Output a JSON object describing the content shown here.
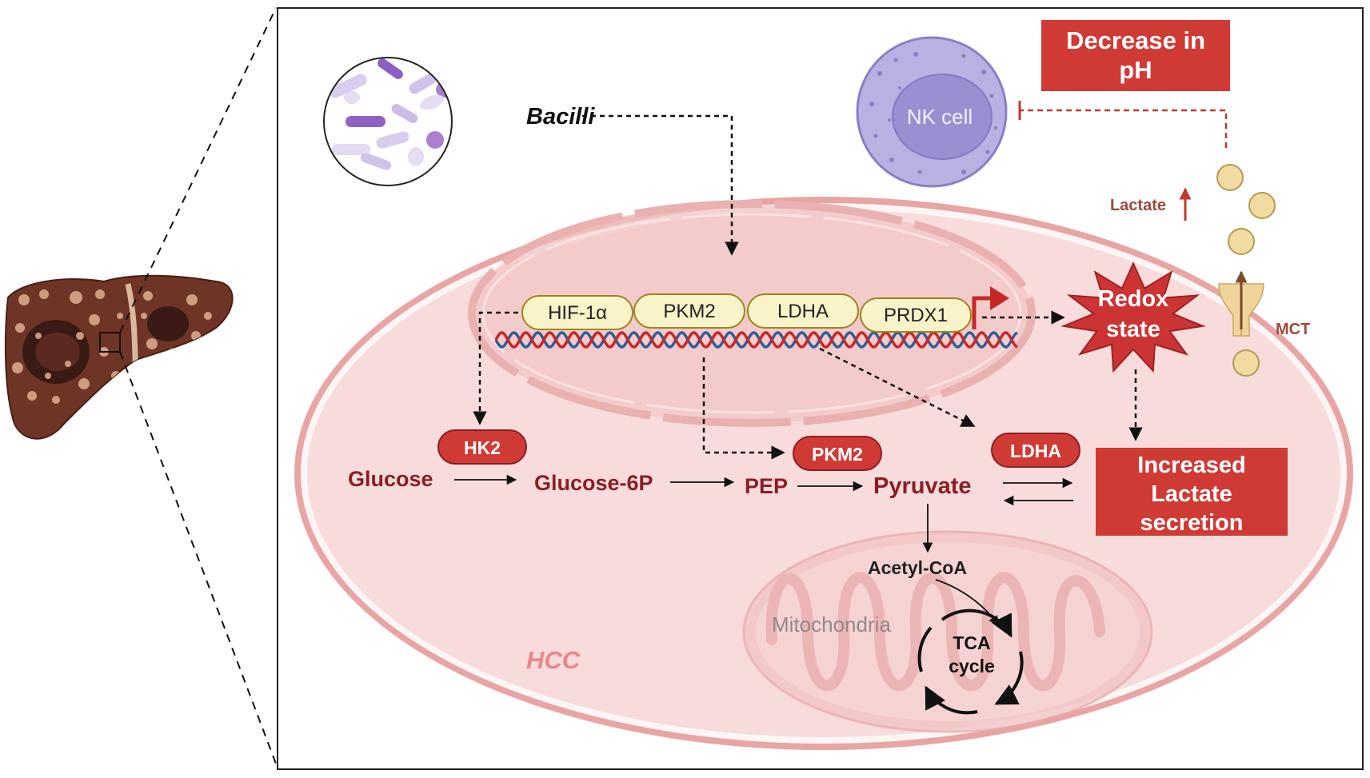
{
  "labels": {
    "bacilli": "Bacilli",
    "decrease_ph": [
      "Decrease in",
      "pH"
    ],
    "nk_cell": "NK cell",
    "lactate": "Lactate",
    "mct": "MCT",
    "genes": [
      "HIF-1α",
      "PKM2",
      "LDHA",
      "PRDX1"
    ],
    "redox": [
      "Redox",
      "state"
    ],
    "increased_lactate": [
      "Increased",
      "Lactate",
      "secretion"
    ],
    "enzymes": {
      "hk2": "HK2",
      "pkm2": "PKM2",
      "ldha": "LDHA"
    },
    "metabolites": {
      "glucose": "Glucose",
      "glucose6p": "Glucose-6P",
      "pep": "PEP",
      "pyruvate": "Pyruvate",
      "acetyl_coa": "Acetyl-CoA"
    },
    "mitochondria": "Mitochondria",
    "tca": [
      "TCA",
      "cycle"
    ],
    "hcc": "HCC"
  },
  "colors": {
    "dark_red": "#8b1e24",
    "box_red": "#cf3a35",
    "cell_fill": "#f8dcdc",
    "cell_stroke": "#e9a4a4",
    "gene_fill": "#f8f3c8",
    "gene_stroke": "#9c8420",
    "nk_fill": "#b9b1e2",
    "nk_nucleus": "#9a8fd0",
    "lactate_ball": "#f1dba0",
    "lactate_text": "#9a4a3c"
  },
  "icons": [
    "bacteria-circle-icon",
    "liver-icon",
    "nk-cell-icon",
    "mct-transporter-icon",
    "redox-star-icon",
    "tca-cycle-icon",
    "dna-helix-icon",
    "mitochondria-icon",
    "transcription-arrow-icon"
  ]
}
